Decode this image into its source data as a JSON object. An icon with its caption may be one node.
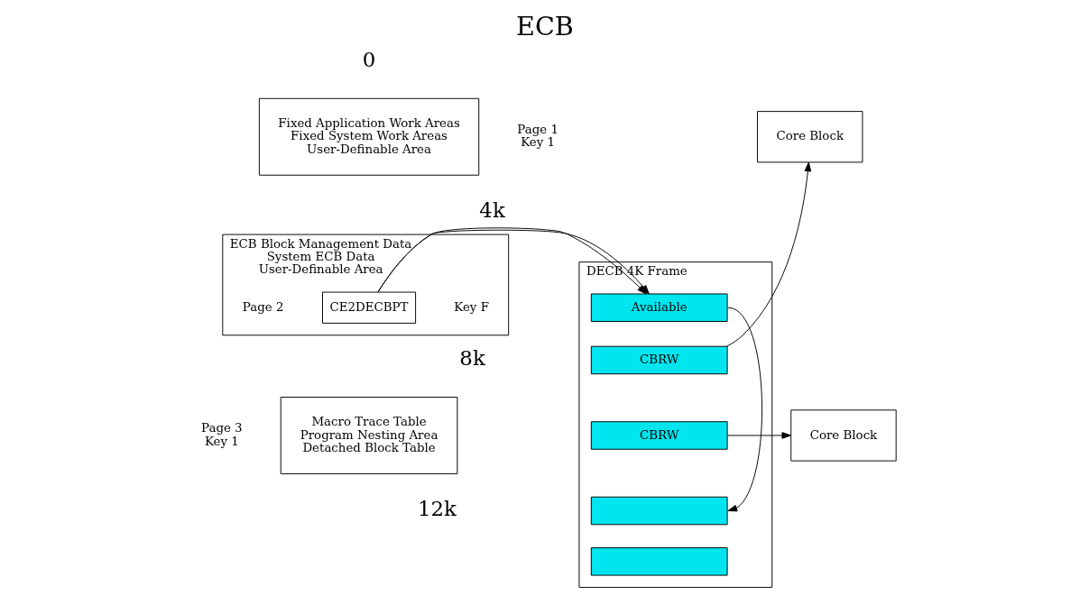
{
  "diagram": {
    "title": "ECB",
    "nodes": [
      {
        "text": [
          "Fixed Application Work Areas",
          "Fixed System Work Areas",
          "User-Definable Area"
        ],
        "beside": [
          "Page 1",
          "Key 1"
        ]
      },
      {
        "text": [
          "ECB Block Management Data",
          "System ECB Data",
          "User-Definable Area"
        ],
        "beside": [
          "Page 2",
          "Key F"
        ]
      },
      {
        "text": [
          "CE2DECBPT"
        ],
        "in": 1
      },
      {
        "text": [
          "Macro Trace Table",
          "Program Nesting Area",
          "Detached Block Table"
        ],
        "beside": [
          "Page 3",
          "Key 1"
        ]
      },
      {
        "text": [
          "DECB 4K Frame"
        ]
      },
      {
        "text": [
          "Available"
        ],
        "in": 4
      },
      {
        "text": [
          "CBRW"
        ],
        "in": 4
      },
      {
        "text": [
          "CBRW"
        ],
        "in": 4
      },
      {
        "text": [],
        "shape": "box",
        "in": 4
      },
      {
        "text": [],
        "shape": "box",
        "in": 4
      },
      {
        "text": [
          "Core Block"
        ]
      },
      {
        "text": [
          "Core Block"
        ]
      }
    ],
    "edges": [
      {
        "from": 2,
        "to": 4,
        "arrow": "to"
      },
      {
        "from": 5,
        "to": 8,
        "arrow": "to"
      },
      {
        "from": 6,
        "to": 10,
        "arrow": "to"
      },
      {
        "from": 7,
        "to": 11,
        "arrow": "to"
      }
    ],
    "labels": [
      "0",
      "4k",
      "8k",
      "12k"
    ]
  }
}
